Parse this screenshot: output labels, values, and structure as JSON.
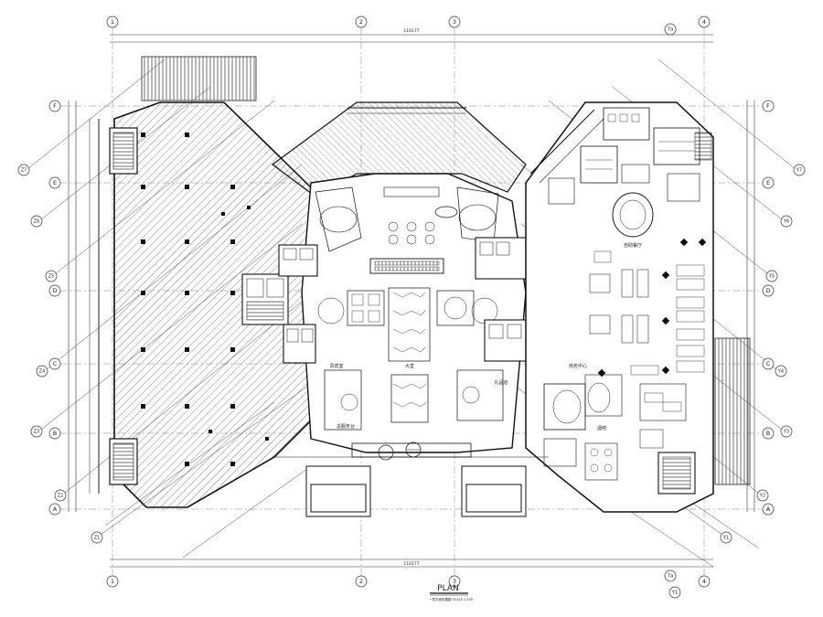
{
  "grid": {
    "top": [
      "1",
      "2",
      "3",
      "4"
    ],
    "top_right": "7a",
    "left": [
      "F",
      "E",
      "D",
      "C",
      "B",
      "A"
    ],
    "right": [
      "F",
      "E",
      "D",
      "C",
      "B",
      "A"
    ],
    "bottom": [
      "1",
      "2",
      "3",
      "4"
    ],
    "bottom_right": [
      "7a",
      "Y1"
    ],
    "diag_left": [
      "Z7",
      "Z6",
      "Z5",
      "Z4",
      "Z3",
      "Z2",
      "Z1"
    ],
    "diag_right": [
      "Y7",
      "Y6",
      "Y5",
      "Y4",
      "Y3",
      "Y2",
      "Y1"
    ]
  },
  "rooms": {
    "lobby": "大堂",
    "restaurant": "自助餐厅",
    "business": "商务中心",
    "bar": "酒吧",
    "vip": "贵宾室",
    "front_desk": "总服务台",
    "gift": "礼品店"
  },
  "title": {
    "main": "PLAN",
    "sub": "一层平面布置图  SCALE 1:100"
  },
  "dims": {
    "top": "110177",
    "bottom": "110177"
  }
}
